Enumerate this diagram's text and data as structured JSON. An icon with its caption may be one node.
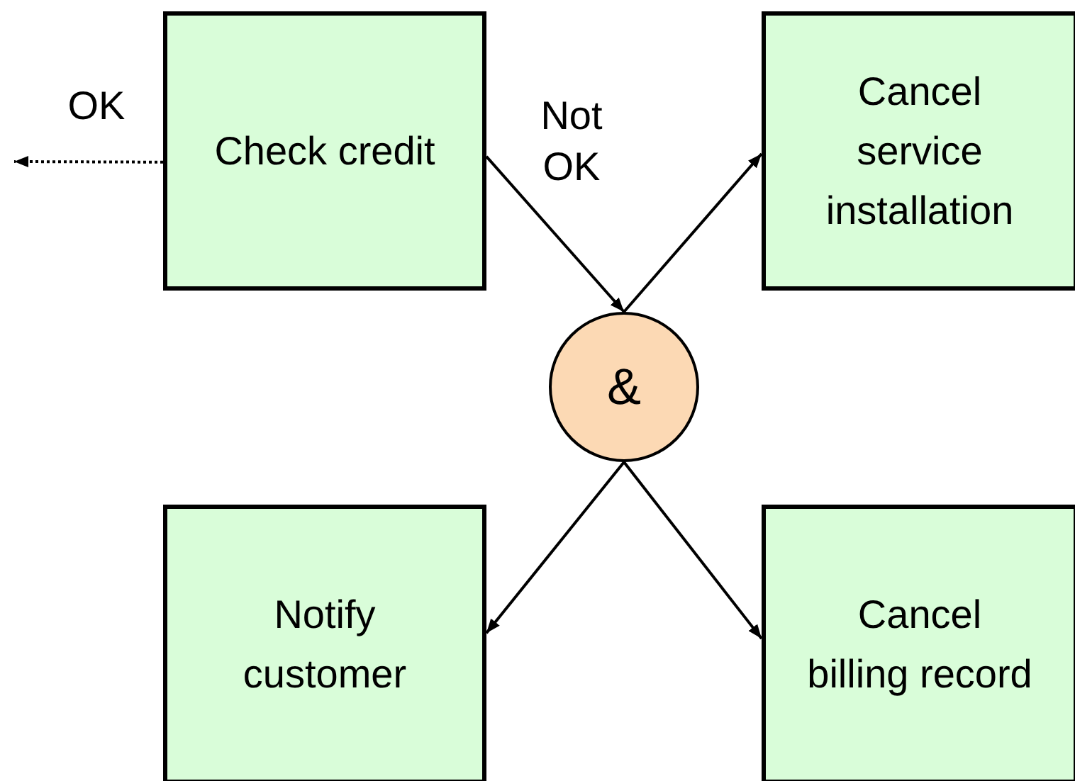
{
  "diagram": {
    "nodes": [
      {
        "text": [
          "Check credit"
        ]
      },
      {
        "text": [
          "Cancel service installation"
        ]
      },
      {
        "text": [
          "&"
        ]
      },
      {
        "text": [
          "Notify customer"
        ]
      },
      {
        "text": [
          "Cancel billing record"
        ]
      }
    ],
    "edges": [
      {
        "from": 0,
        "to": null,
        "arrow": "to",
        "label": "OK",
        "style": "dashed"
      },
      {
        "from": 0,
        "to": 2,
        "arrow": "to",
        "label": "Not OK"
      },
      {
        "from": 2,
        "to": 1,
        "arrow": "to"
      },
      {
        "from": 2,
        "to": 3,
        "arrow": "to"
      },
      {
        "from": 2,
        "to": 4,
        "arrow": "to"
      }
    ]
  }
}
